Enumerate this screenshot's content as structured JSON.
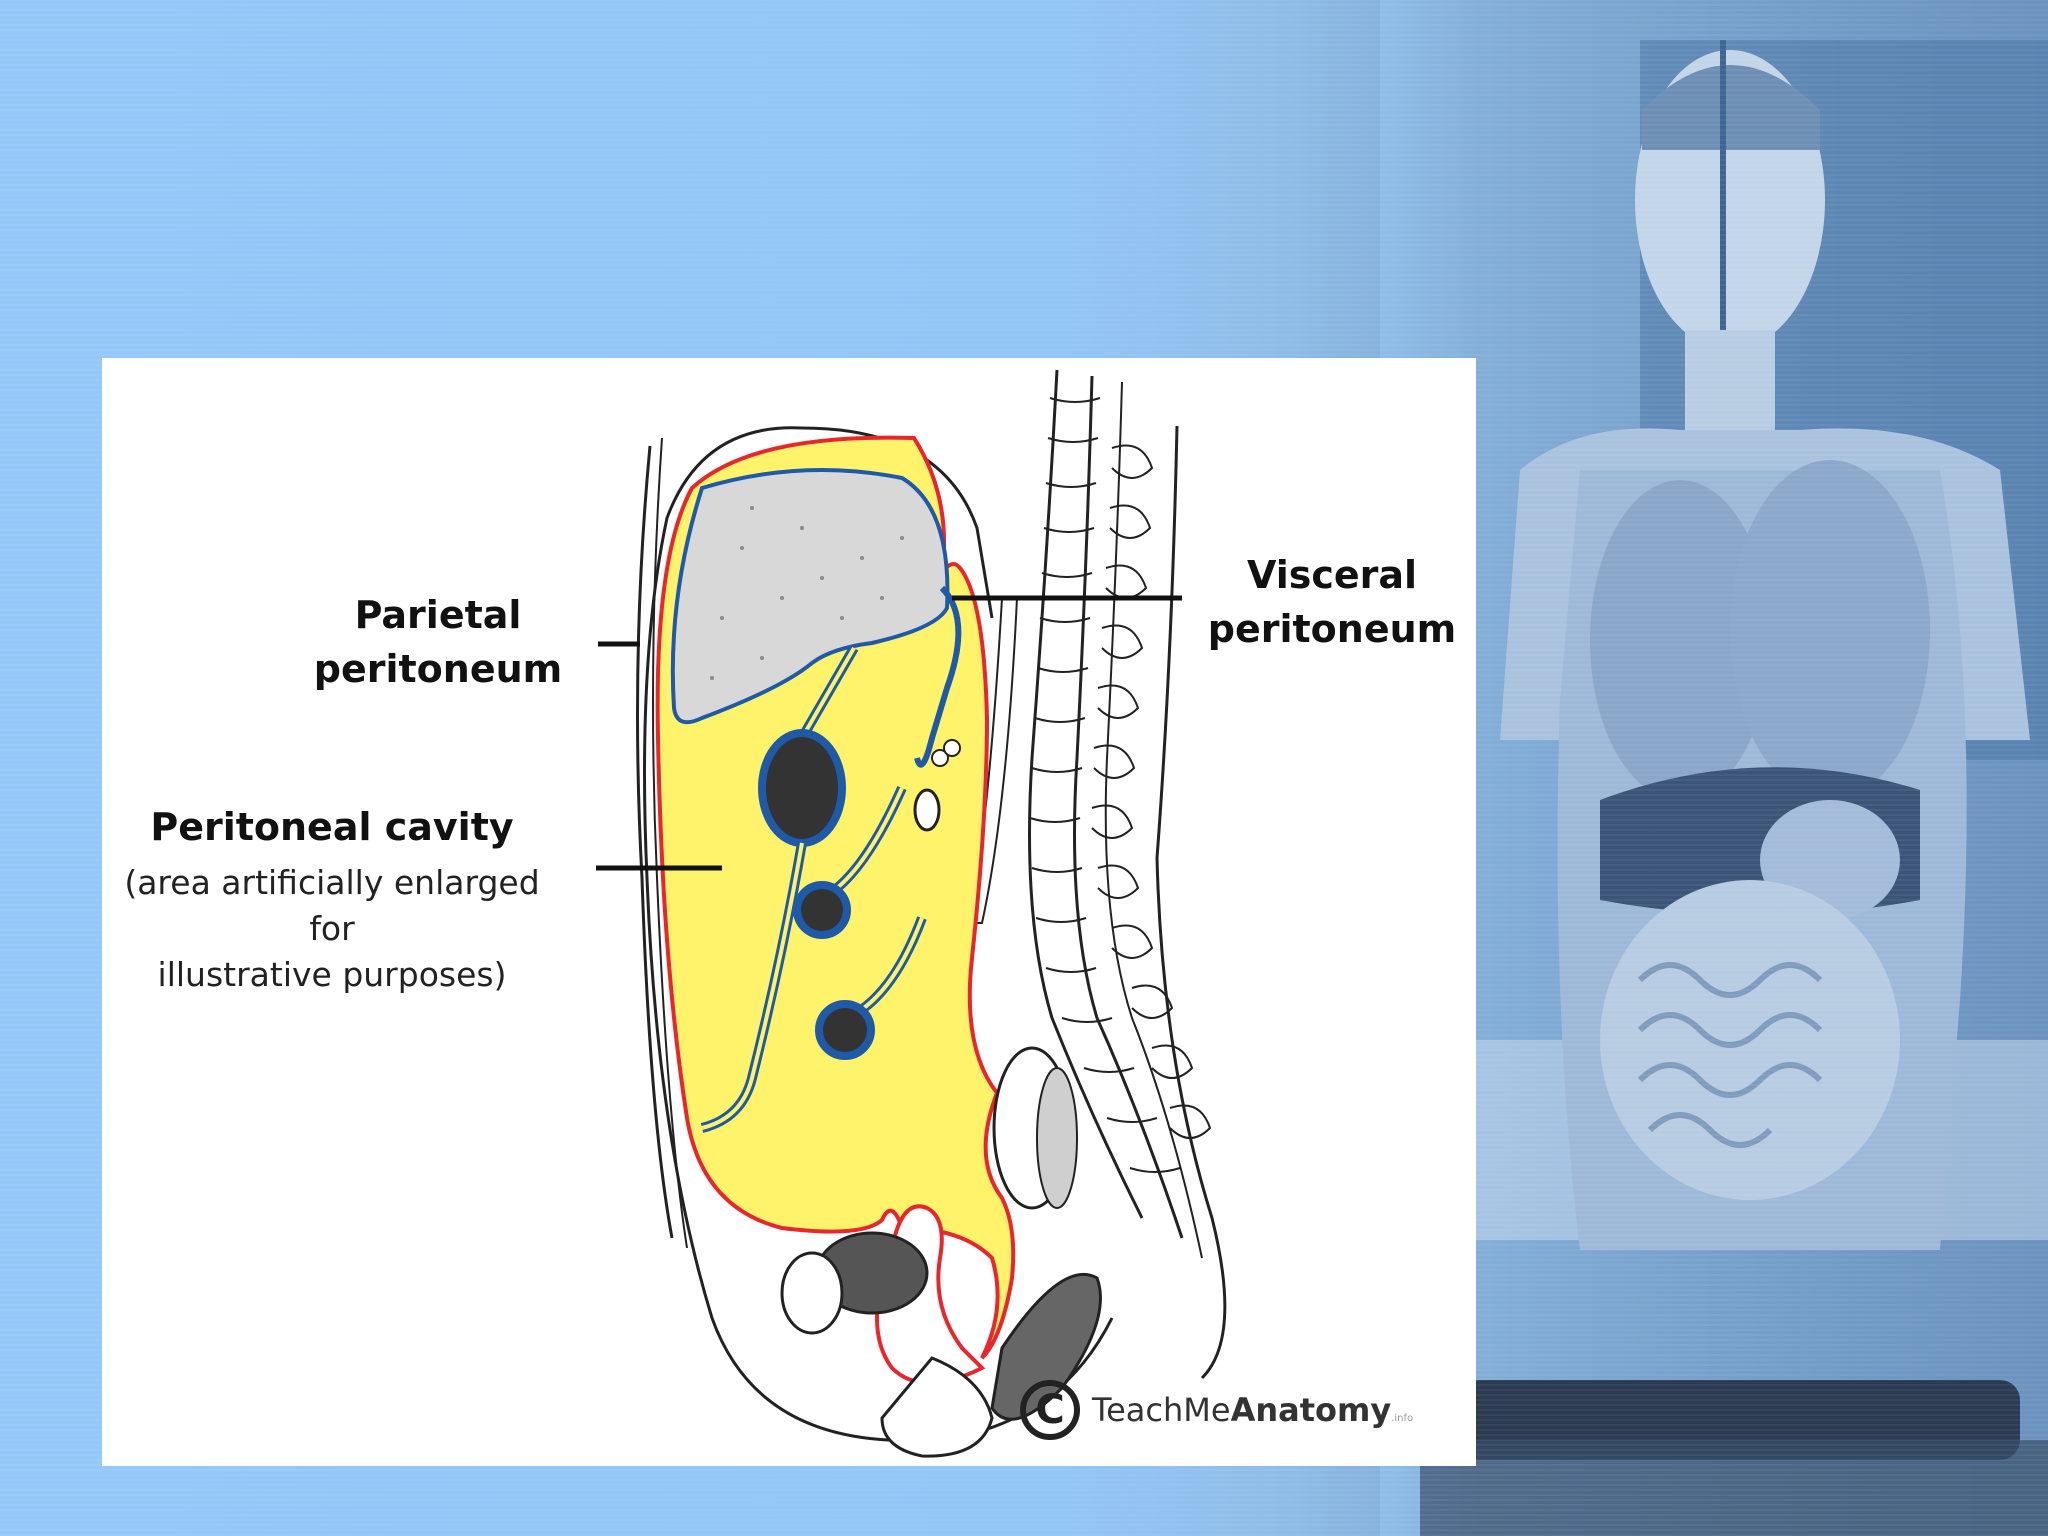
{
  "slide": {
    "background_color": "#94c7f7",
    "photo": "anatomical-torso-model"
  },
  "diagram": {
    "labels": {
      "parietal_line1": "Parietal",
      "parietal_line2": "peritoneum",
      "visceral_line1": "Visceral",
      "visceral_line2": "peritoneum",
      "cavity_title": "Peritoneal cavity",
      "cavity_note_line1": "(area artificially enlarged for",
      "cavity_note_line2": "illustrative purposes)"
    },
    "colors": {
      "parietal_layer": "#e8262b",
      "visceral_layer": "#1f5aa8",
      "cavity_fill": "#fff36b"
    },
    "watermark": {
      "symbol": "C",
      "brand_light": "TeachMe",
      "brand_bold": "Anatomy",
      "domain": ".info"
    }
  }
}
